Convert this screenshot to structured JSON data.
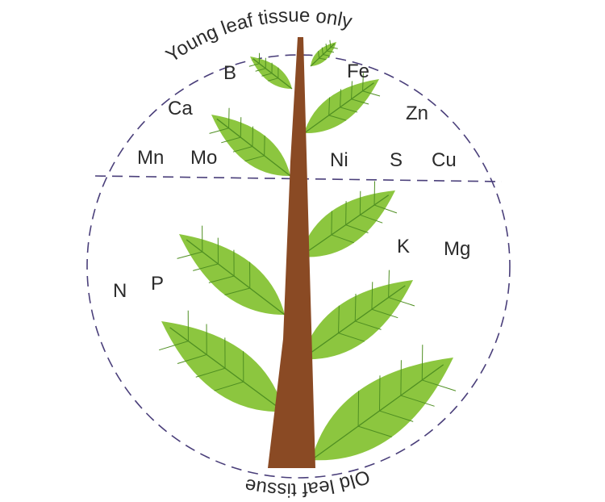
{
  "diagram": {
    "top_label": "Young leaf tissue only",
    "bottom_label": "Old leaf tissue",
    "young_elements": [
      "B",
      "Fe",
      "Ca",
      "Zn",
      "Mn",
      "Mo",
      "Ni",
      "S",
      "Cu"
    ],
    "old_elements": [
      "K",
      "Mg",
      "N",
      "P"
    ]
  },
  "colors": {
    "dashed_line": "#4a3f7a",
    "stem": "#8a4a24",
    "leaf_fill": "#8cc63f",
    "leaf_vein": "#4f8f22",
    "text": "#2b2b2b"
  }
}
